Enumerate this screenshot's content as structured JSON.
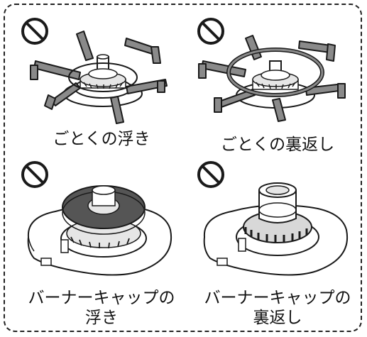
{
  "panels": [
    {
      "caption_lines": [
        "ごとくの浮き"
      ]
    },
    {
      "caption_lines": [
        "ごとくの裏返し"
      ]
    },
    {
      "caption_lines": [
        "バーナーキャップの",
        "浮き"
      ]
    },
    {
      "caption_lines": [
        "バーナーキャップの",
        "裏返し"
      ]
    }
  ],
  "colors": {
    "line": "#1a1a1a",
    "grate": "#8a8a8a",
    "cap": "#555555",
    "fill": "#ffffff"
  }
}
